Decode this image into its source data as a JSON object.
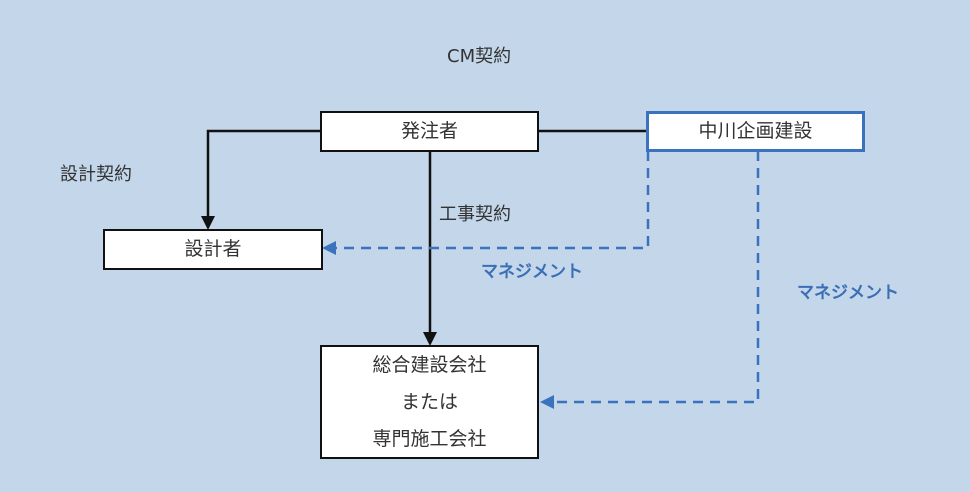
{
  "title": "CM契約",
  "colors": {
    "background": "#c3d6ea",
    "contract_line": "#111111",
    "management_line": "#3a72bd"
  },
  "nodes": {
    "owner": "発注者",
    "cm_company": "中川企画建設",
    "designer": "設計者",
    "contractor": [
      "総合建設会社",
      "または",
      "専門施工会社"
    ]
  },
  "labels": {
    "design_contract": "設計契約",
    "construction_contract": "工事契約",
    "management_designer": "マネジメント",
    "management_contractor": "マネジメント"
  }
}
